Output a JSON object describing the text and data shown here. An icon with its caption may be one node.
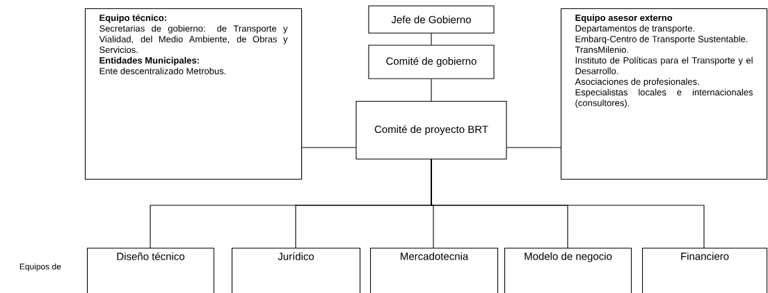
{
  "diagram": {
    "nodes": [
      {
        "text": [
          "Jefe de Gobierno"
        ]
      },
      {
        "text": [
          "Comité de gobierno"
        ]
      },
      {
        "text": [
          "Comité de proyecto BRT"
        ]
      },
      {
        "text": [
          "Equipo técnico:",
          "Secretarias de gobierno: de Transporte y Vialidad, del Medio Ambiente, de Obras y Servicios.",
          "Entidades Municipales:",
          "Ente descentralizado Metrobus."
        ]
      },
      {
        "text": [
          "Equipo asesor externo",
          "Departamentos de transporte.",
          "Embarq-Centro de Transporte Sustentable.",
          "TransMilenio.",
          "Instituto de Políticas para el Transporte y el Desarrollo.",
          "Asociaciones de profesionales.",
          "Especialistas locales e internacionales (consultores)."
        ]
      },
      {
        "text": [
          "Diseño técnico"
        ]
      },
      {
        "text": [
          "Jurídico"
        ]
      },
      {
        "text": [
          "Mercadotecnia"
        ]
      },
      {
        "text": [
          "Modelo de negocio"
        ]
      },
      {
        "text": [
          "Financiero"
        ]
      }
    ],
    "edges": [
      {
        "from": 0,
        "to": 1,
        "arrow": "none"
      },
      {
        "from": 1,
        "to": 2,
        "arrow": "none"
      },
      {
        "from": 3,
        "to": 2,
        "arrow": "none"
      },
      {
        "from": 2,
        "to": 4,
        "arrow": "none"
      },
      {
        "from": 2,
        "to": 5,
        "arrow": "none"
      },
      {
        "from": 2,
        "to": 6,
        "arrow": "none"
      },
      {
        "from": 2,
        "to": 7,
        "arrow": "none"
      },
      {
        "from": 2,
        "to": 8,
        "arrow": "none"
      },
      {
        "from": 2,
        "to": 9,
        "arrow": "none"
      }
    ],
    "labels": [
      "Equipos de"
    ]
  }
}
